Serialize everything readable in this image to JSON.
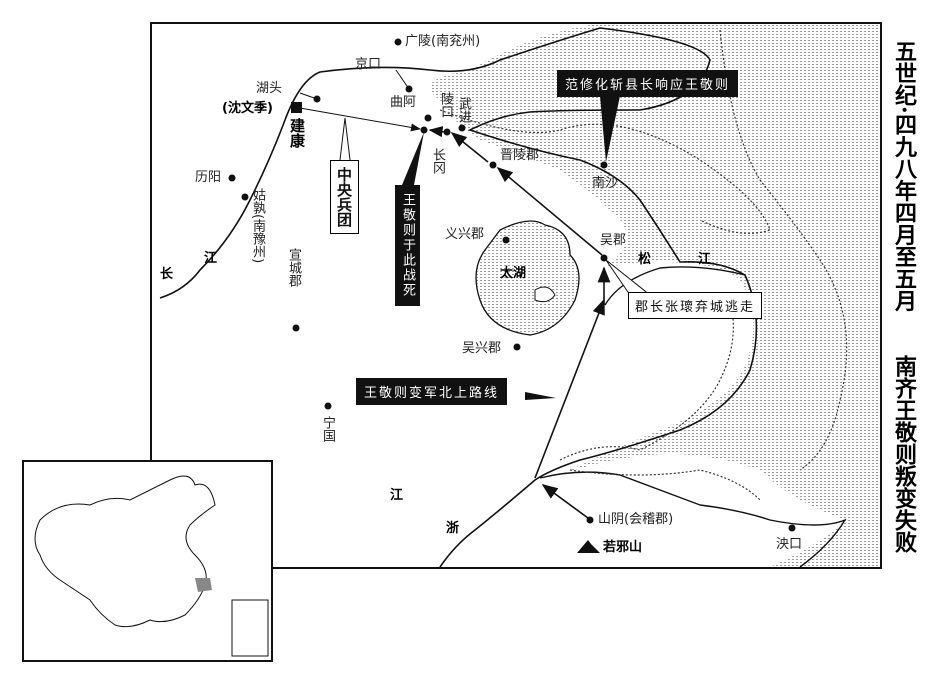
{
  "title": {
    "line1": "五世纪·四九八年四月至五月",
    "line2": "南齐王敬则叛变失败"
  },
  "places": {
    "guangling": "广陵(南兖州)",
    "jingkou": "京口",
    "hutou": "湖头",
    "shen_wenji": "(沈文季)",
    "jiankang": "建康",
    "qua": "曲阿",
    "lingkou": "陵口",
    "wujin": "武进",
    "changgang": "长冈",
    "jinling": "晋陵郡",
    "nansha": "南沙",
    "liyang": "历阳",
    "gushu": "姑孰(南豫州)",
    "yixing": "义兴郡",
    "wujun": "吴郡",
    "songjiang": [
      "松",
      "江"
    ],
    "taihu": "太湖",
    "xuancheng": "宣城郡",
    "changjiang": [
      "长",
      "江"
    ],
    "wuxing": "吴兴郡",
    "ningguo": "宁国",
    "zhejiang": [
      "浙",
      "江"
    ],
    "shanyin": "山阴(会稽郡)",
    "ruoye": "若邪山",
    "yangkou": "泱口"
  },
  "callouts": {
    "central_army": "中央兵团",
    "died_here": "王敬则于此战死",
    "fan_xiuhua": "范修化斩县长响应王敬则",
    "zhang_gui": "郡长张瓌弃城逃走",
    "route": "王敬则变军北上路线"
  },
  "colors": {
    "ink": "#111111",
    "sea_dots": "#9a9a9a",
    "paper": "#ffffff",
    "inset_highlight": "#888888"
  }
}
